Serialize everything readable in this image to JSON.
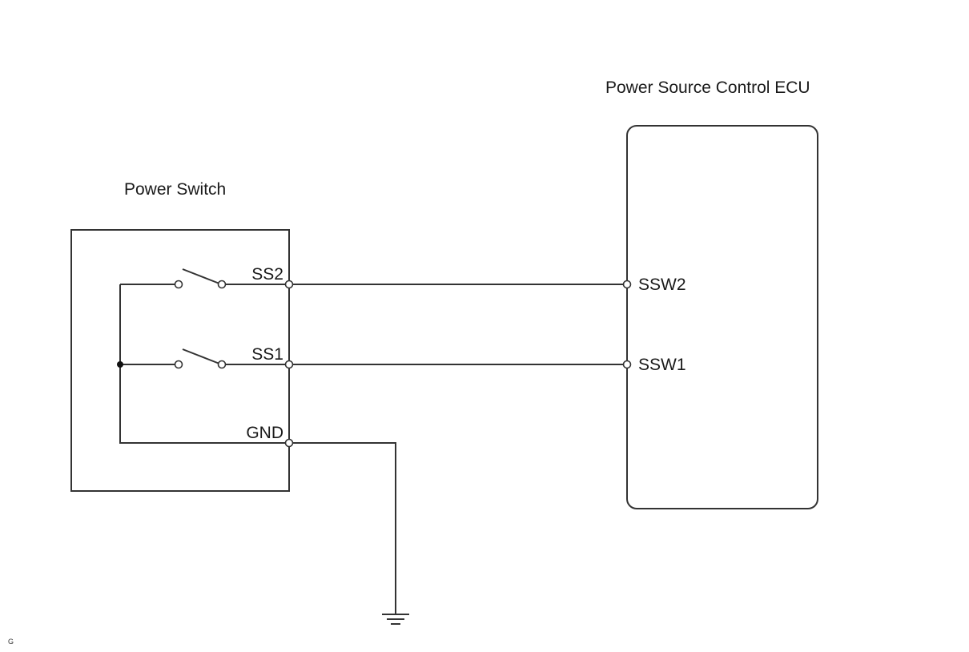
{
  "components": {
    "power_switch": {
      "label": "Power Switch"
    },
    "ecu": {
      "label": "Power Source Control ECU"
    }
  },
  "pins": {
    "ss2": "SS2",
    "ss1": "SS1",
    "gnd": "GND",
    "ssw2": "SSW2",
    "ssw1": "SSW1"
  },
  "figure_code": "G"
}
